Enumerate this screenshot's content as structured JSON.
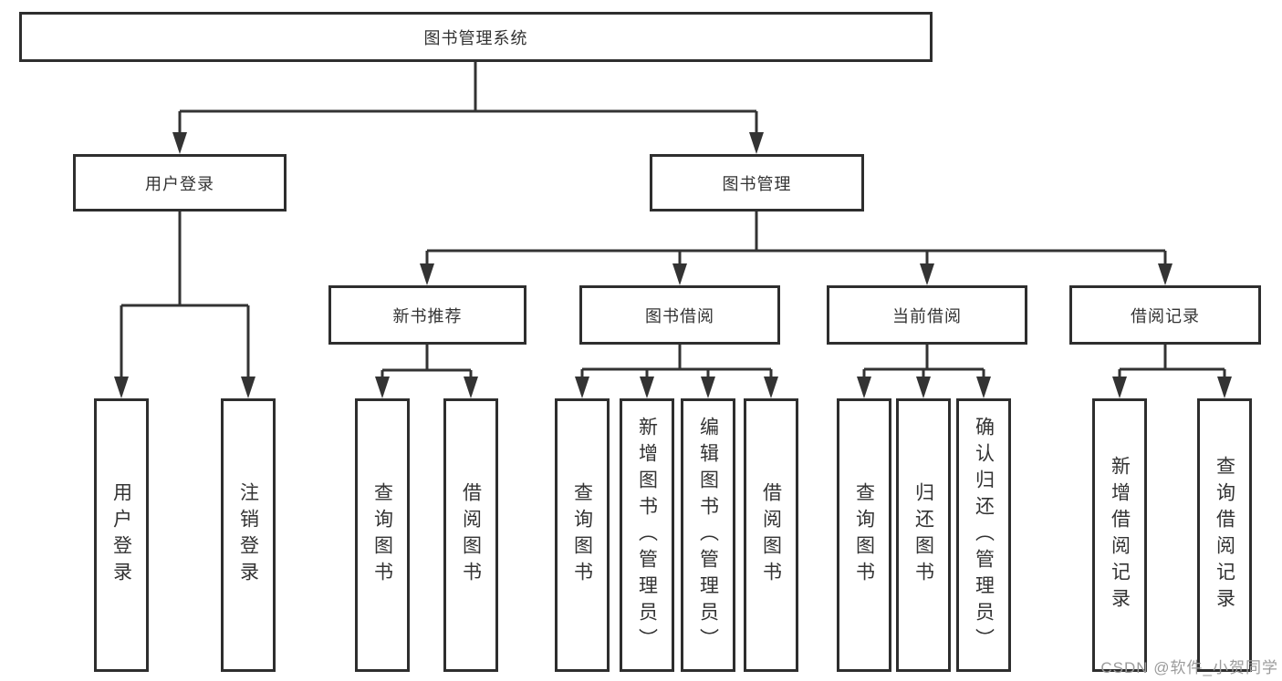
{
  "diagram": {
    "nodes": {
      "root": "图书管理系统",
      "user_login": "用户登录",
      "book_management": "图书管理",
      "new_book_recommend": "新书推荐",
      "book_borrowing": "图书借阅",
      "current_borrowing": "当前借阅",
      "borrow_records": "借阅记录",
      "leaf_user_login": "用户登录",
      "leaf_logout": "注销登录",
      "leaf_rec_query": "查询图书",
      "leaf_rec_borrow": "借阅图书",
      "leaf_bor_query": "查询图书",
      "leaf_bor_add": "新增图书（管理员）",
      "leaf_bor_edit": "编辑图书（管理员）",
      "leaf_bor_borrow": "借阅图书",
      "leaf_cur_query": "查询图书",
      "leaf_cur_return": "归还图书",
      "leaf_cur_confirm": "确认归还（管理员）",
      "leaf_rc_add": "新增借阅记录",
      "leaf_rc_query": "查询借阅记录"
    },
    "colors": {
      "line": "#333333",
      "box_border": "#2e2e2e",
      "text": "#333333",
      "watermark": "#9b9b9b",
      "background": "#ffffff"
    }
  },
  "watermark": "CSDN @软件_小贺同学"
}
